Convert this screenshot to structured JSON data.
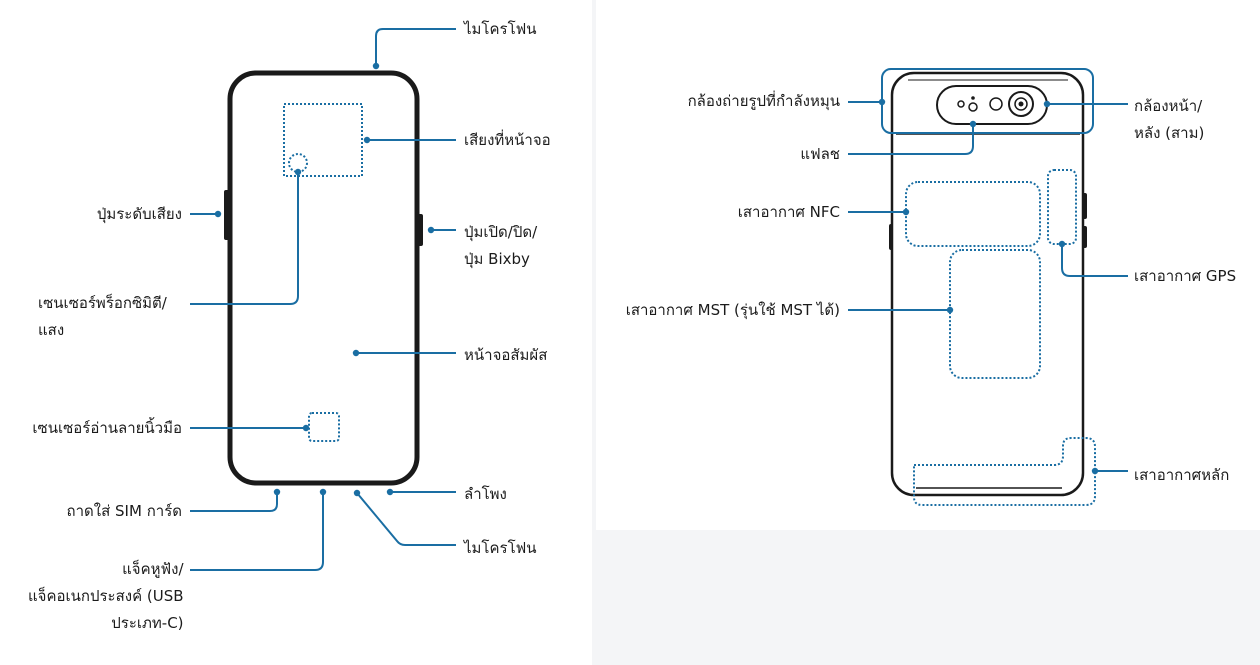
{
  "front": {
    "microphone_top": "ไมโครโฟน",
    "earpiece": "เสียงที่หน้าจอ",
    "volume_key": "ปุ่มระดับเสียง",
    "power_key": [
      "ปุ่มเปิด/ปิด/",
      "ปุ่ม Bixby"
    ],
    "proximity_sensor": [
      "เซนเซอร์พร็อกซิมิตี/",
      "แสง"
    ],
    "touchscreen": "หน้าจอสัมผัส",
    "fingerprint_sensor": "เซนเซอร์อ่านลายนิ้วมือ",
    "sim_tray": "ถาดใส่ SIM การ์ด",
    "speaker": "ลำโพง",
    "earphone_jack": [
      "แจ็คหูฟัง/",
      "แจ็คอเนกประสงค์ (USB",
      "ประเภท-C)"
    ],
    "microphone_bottom": "ไมโครโฟน"
  },
  "back": {
    "rotating_camera": "กล้องถ่ายรูปที่กำลังหมุน",
    "front_rear_camera": [
      "กล้องหน้า/",
      "หลัง (สาม)"
    ],
    "flash": "แฟลช",
    "nfc_antenna": "เสาอากาศ NFC",
    "gps_antenna": "เสาอากาศ GPS",
    "mst_antenna": "เสาอากาศ MST (รุ่นใช้ MST ได้)",
    "main_antenna": "เสาอากาศหลัก"
  },
  "colors": {
    "leader": "#1a6ea3",
    "outline": "#1a1a1a",
    "dotted_area": "#1a6ea3"
  }
}
